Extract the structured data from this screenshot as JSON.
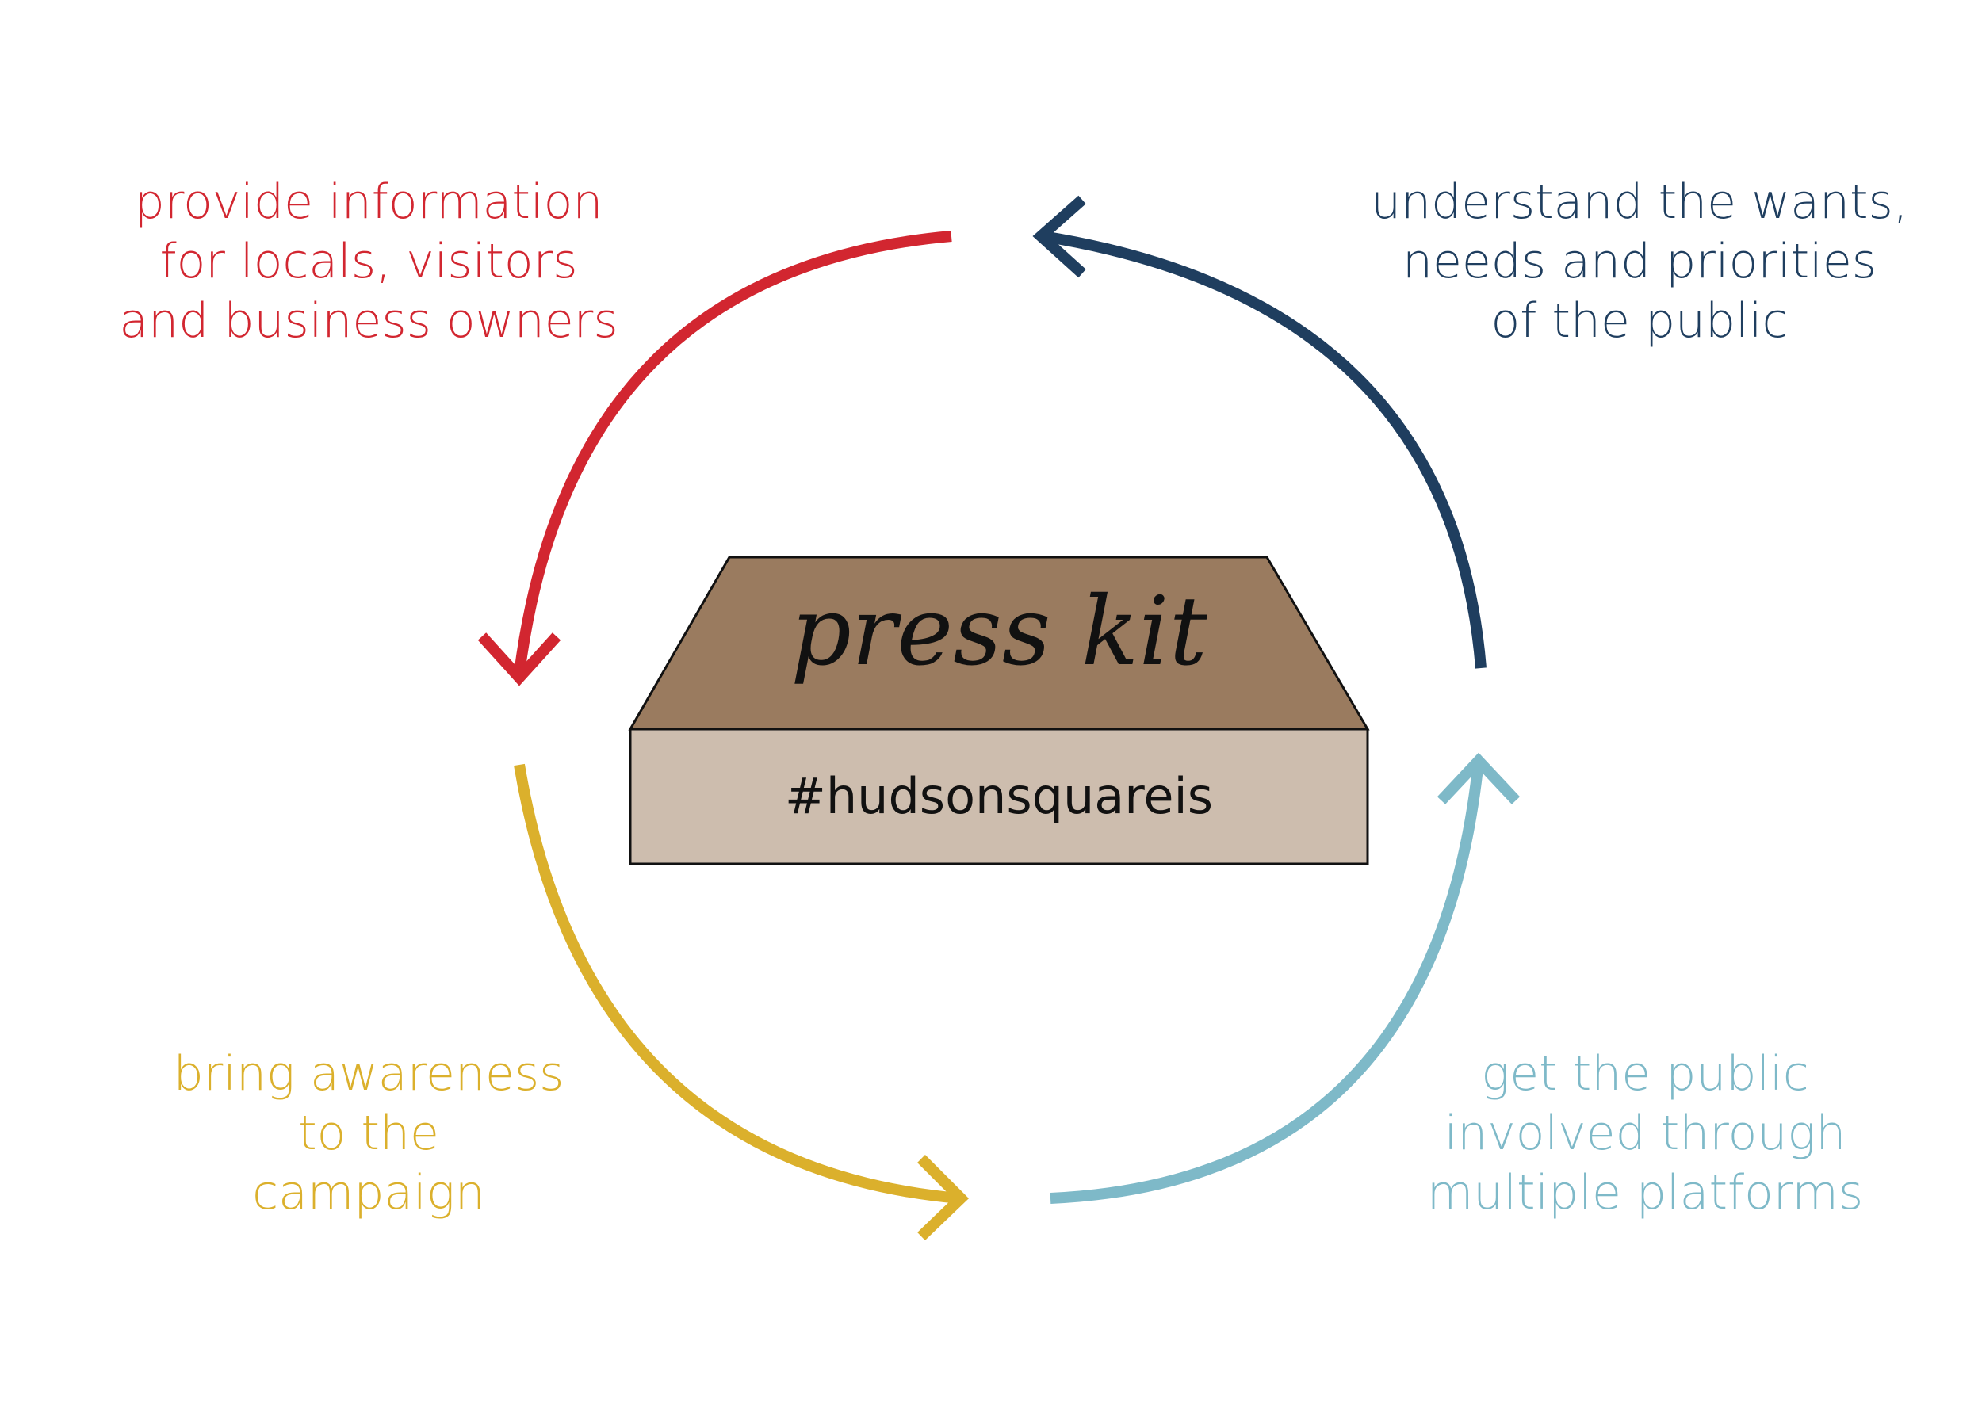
{
  "colors": {
    "red": "#d22630",
    "navy": "#1f3e5f",
    "gold": "#dbb02c",
    "light_blue": "#7eb9c8",
    "box_top": "#9a7b5f",
    "box_front": "#cdbdae",
    "outline": "#111111"
  },
  "center_box": {
    "title": "press kit",
    "hashtag": "#hudsonsquareis"
  },
  "labels": {
    "top_left": [
      "provide information",
      "for locals, visitors",
      "and business owners"
    ],
    "top_right": [
      "understand the wants,",
      "needs and priorities",
      "of the public"
    ],
    "bottom_left": [
      "bring awareness",
      "to the",
      "campaign"
    ],
    "bottom_right": [
      "get the public",
      "involved through",
      "multiple platforms"
    ]
  },
  "arrows": [
    {
      "name": "red-arrow",
      "from": "top",
      "to": "left",
      "color": "red"
    },
    {
      "name": "gold-arrow",
      "from": "left",
      "to": "bottom",
      "color": "gold"
    },
    {
      "name": "light-blue-arrow",
      "from": "bottom",
      "to": "right",
      "color": "light_blue"
    },
    {
      "name": "navy-arrow",
      "from": "right",
      "to": "top",
      "color": "navy"
    }
  ]
}
